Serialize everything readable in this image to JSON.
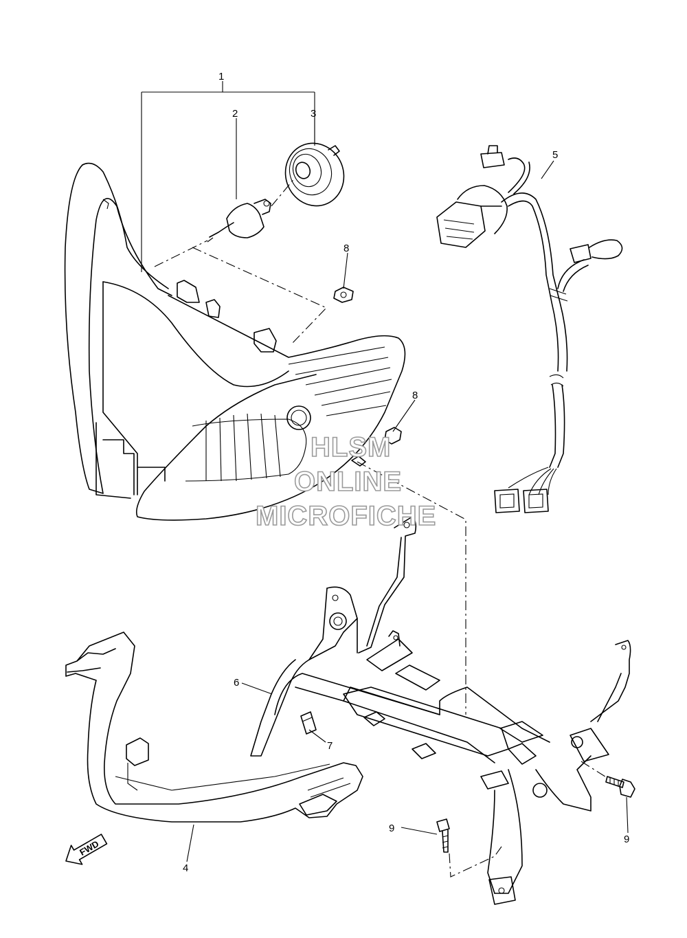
{
  "diagram": {
    "callouts": [
      {
        "id": "c1",
        "label": "1"
      },
      {
        "id": "c2",
        "label": "2"
      },
      {
        "id": "c3",
        "label": "3"
      },
      {
        "id": "c4",
        "label": "4"
      },
      {
        "id": "c5",
        "label": "5"
      },
      {
        "id": "c6",
        "label": "6"
      },
      {
        "id": "c7",
        "label": "7"
      },
      {
        "id": "c8a",
        "label": "8"
      },
      {
        "id": "c8b",
        "label": "8"
      },
      {
        "id": "c9a",
        "label": "9"
      },
      {
        "id": "c9b",
        "label": "9"
      }
    ],
    "fwd_label": "FWD",
    "watermark": [
      "HLSM",
      "ONLINE",
      "MICROFICHE"
    ]
  }
}
